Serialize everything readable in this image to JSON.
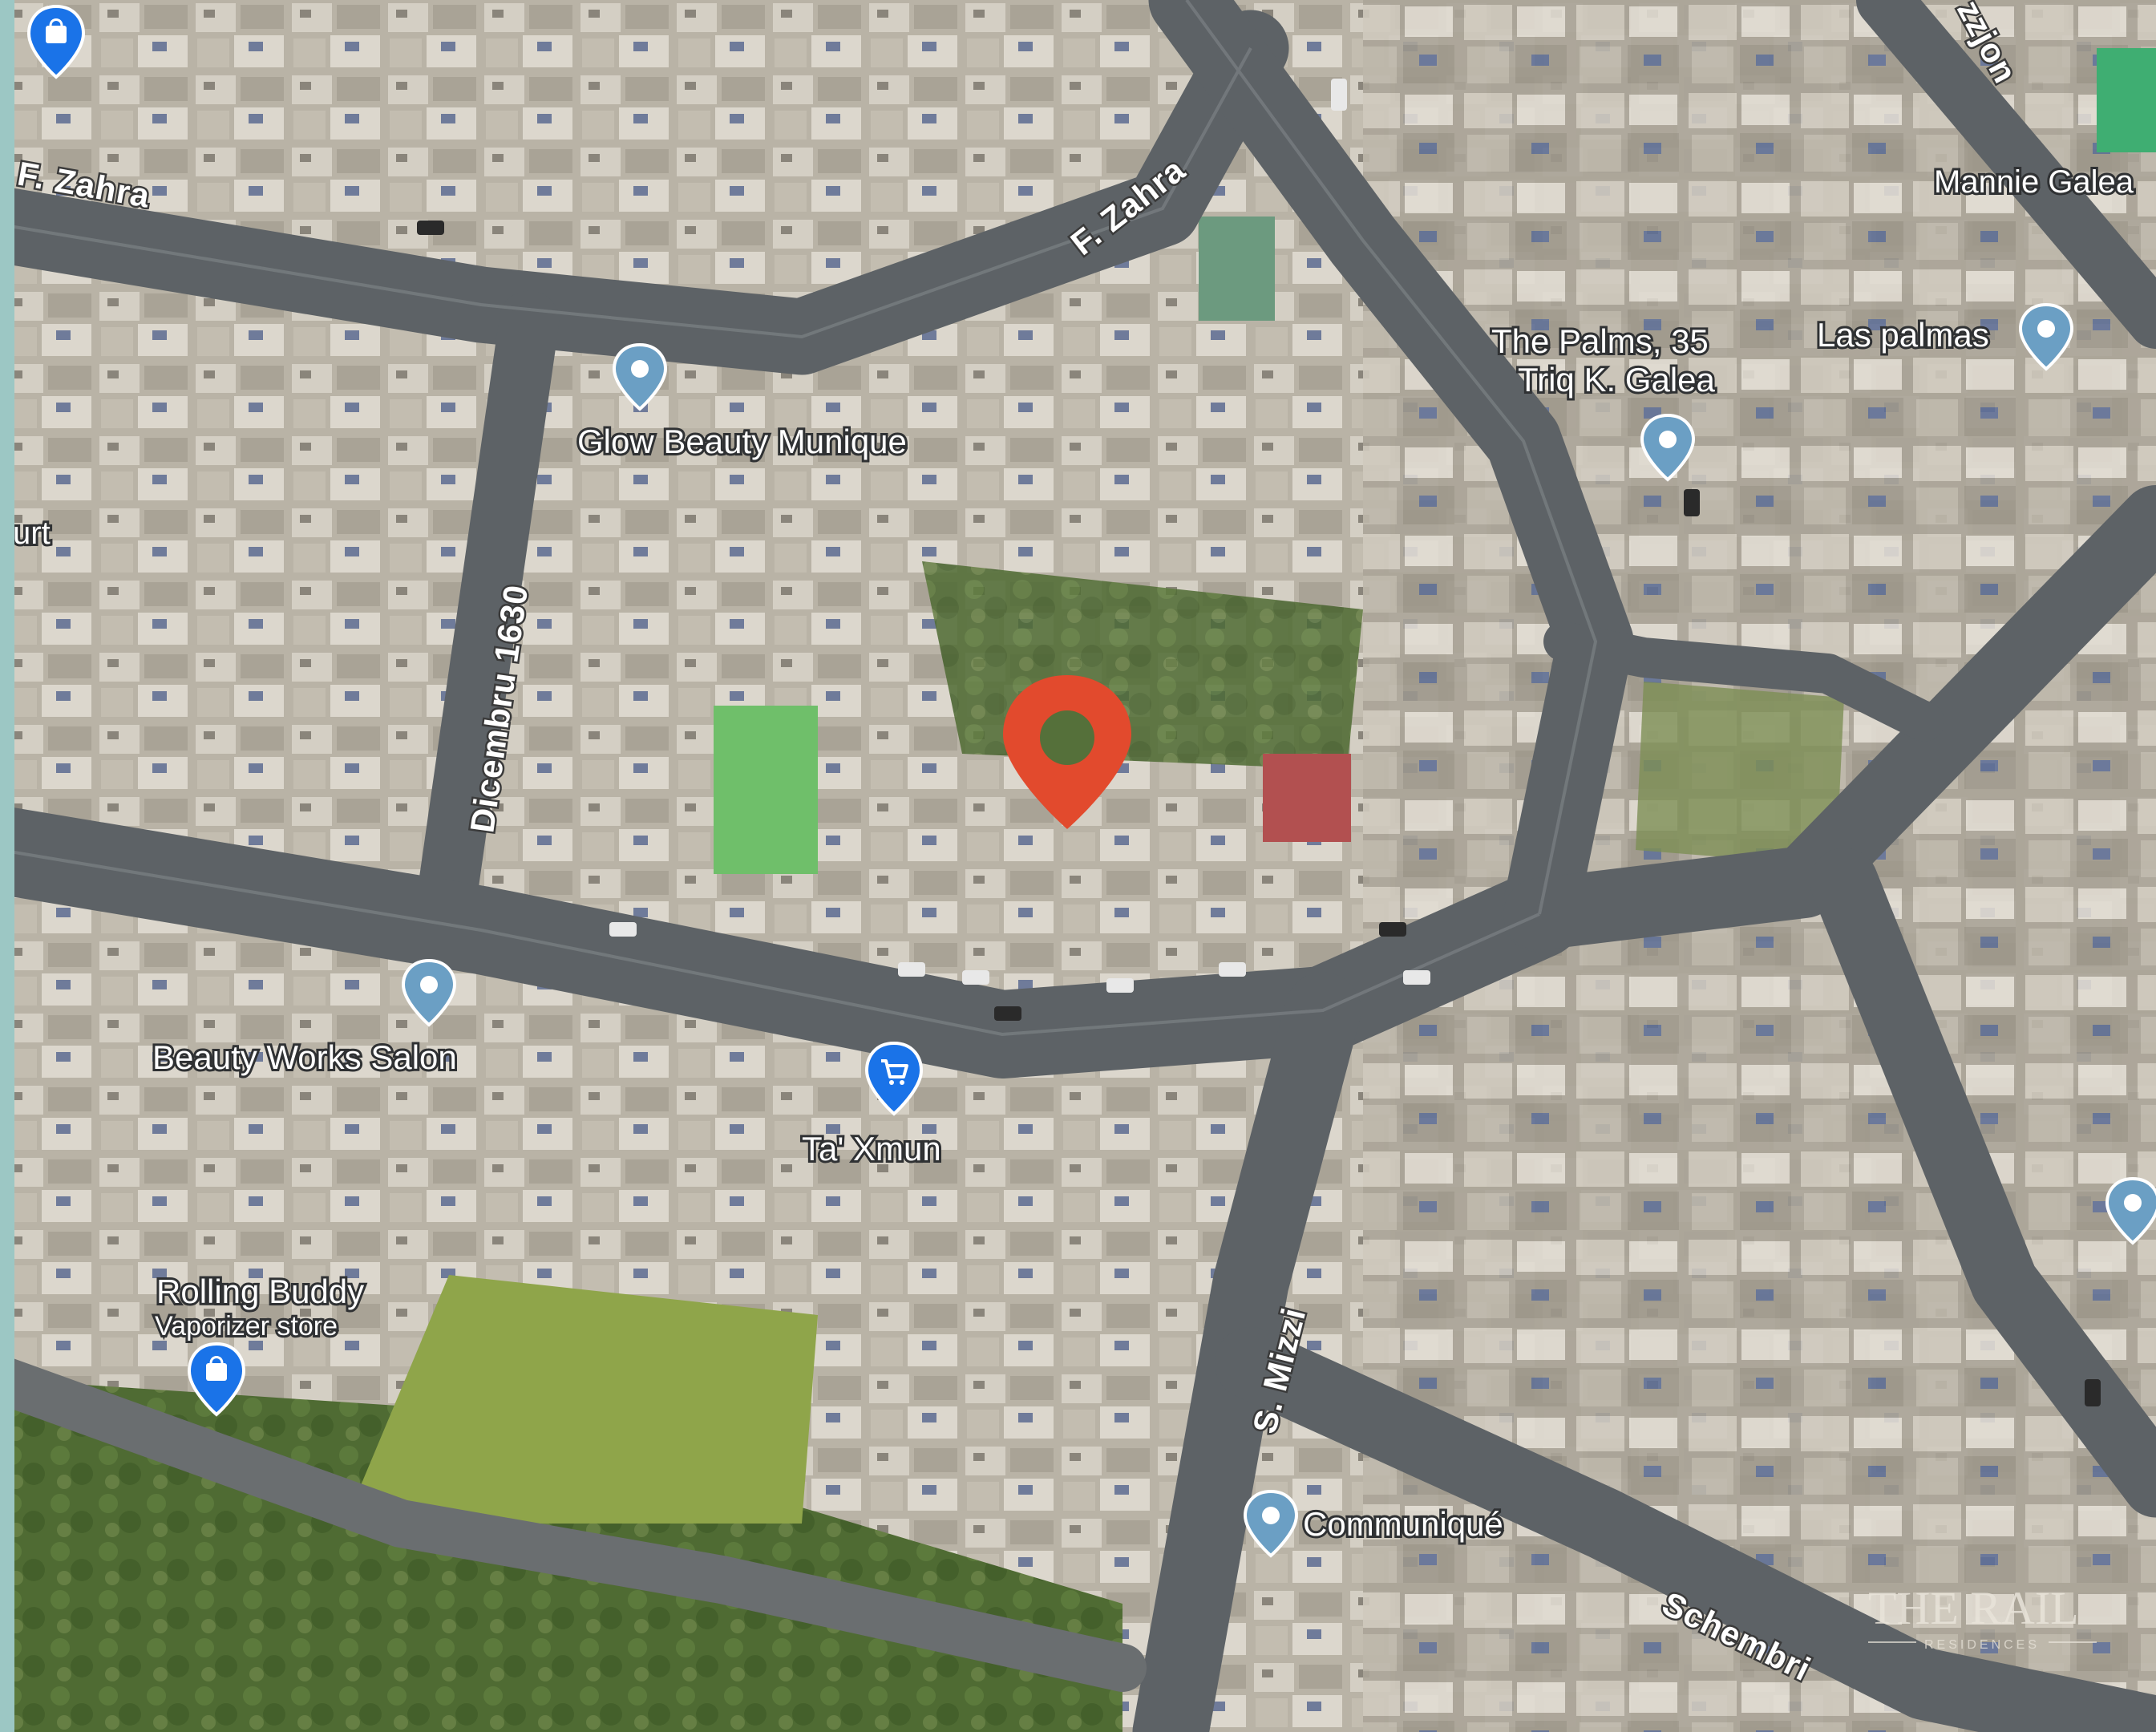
{
  "map": {
    "view": "satellite",
    "colors": {
      "road": "#6f7478",
      "road_edge": "#55595c",
      "building_light": "#c9c4b8",
      "building_dark": "#8f8a80",
      "vegetation": "#5e7a3a",
      "field": "#8fa54a",
      "pin_red": "#e24a2d",
      "pin_blue": "#6b9fc4",
      "pin_shop_blue": "#1a73e8"
    }
  },
  "street_labels": {
    "f_zahra_west": "F. Zahra",
    "f_zahra_east": "F. Zahra",
    "dicembru": "Dicembru 1630",
    "s_mizzi": "S. Mizzi",
    "schembri": "Schembri",
    "mannie_galea": "Mannie Galea",
    "zzjon": "zzjon",
    "court": "urt"
  },
  "places": {
    "glow_beauty": "Glow Beauty Munique",
    "beauty_works": "Beauty Works Salon",
    "ta_xmun": "Ta' Xmun",
    "rolling_buddy_line1": "Rolling Buddy",
    "rolling_buddy_line2": "Vaporizer store",
    "the_palms_line1": "The Palms, 35",
    "the_palms_line2": "Triq K. Galea",
    "las_palmas": "Las palmas",
    "communique": "Communiqué"
  },
  "icons": {
    "selected": "location-pin-icon",
    "poi": "place-pin-icon",
    "shop": "shopping-bag-icon",
    "grocery": "shopping-cart-icon"
  },
  "watermark": {
    "title": "THE RAIL",
    "subtitle": "RESIDENCES"
  }
}
